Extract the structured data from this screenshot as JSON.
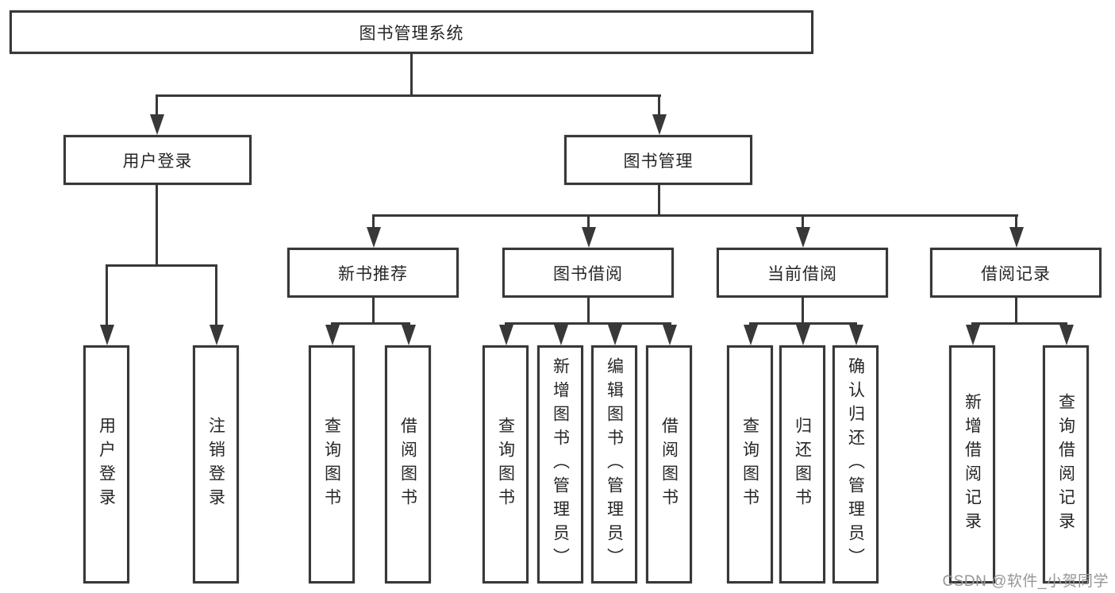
{
  "nodes": {
    "root": "图书管理系统",
    "level2": [
      "用户登录",
      "图书管理"
    ],
    "level3": [
      "新书推荐",
      "图书借阅",
      "当前借阅",
      "借阅记录"
    ],
    "leaves_user": [
      "用户登录",
      "注销登录"
    ],
    "leaves_recommend": [
      "查询图书",
      "借阅图书"
    ],
    "leaves_borrow": [
      "查询图书",
      "新增图书（管理员）",
      "编辑图书（管理员）",
      "借阅图书"
    ],
    "leaves_current": [
      "查询图书",
      "归还图书",
      "确认归还（管理员）"
    ],
    "leaves_records": [
      "新增借阅记录",
      "查询借阅记录"
    ]
  },
  "watermark": "CSDN @软件_小贺同学",
  "colors": {
    "line": "#383838",
    "text": "#262626",
    "watermark": "#969696",
    "background": "#ffffff"
  }
}
